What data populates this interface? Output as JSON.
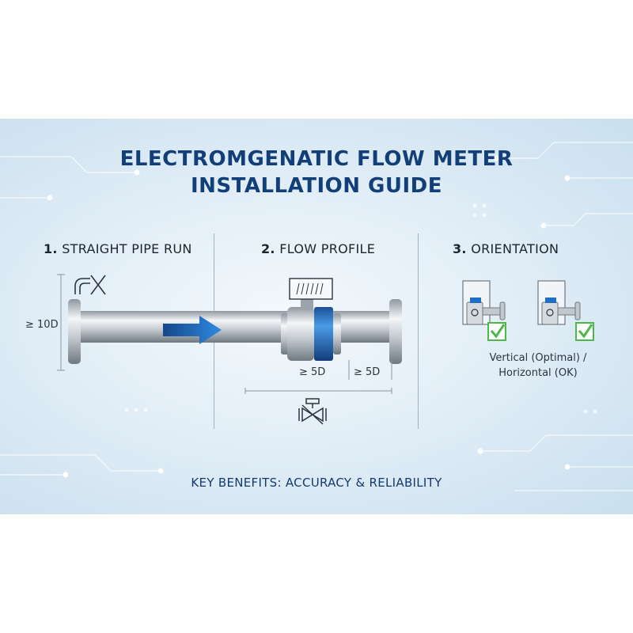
{
  "title": {
    "line1": "ELECTROMGENATIC FLOW METER",
    "line2": "INSTALLATION GUIDE"
  },
  "sections": [
    {
      "num": "1.",
      "label": "STRAIGHT PIPE RUN"
    },
    {
      "num": "2.",
      "label": "FLOW PROFILE"
    },
    {
      "num": "3.",
      "label": "ORIENTATION"
    }
  ],
  "labels": {
    "upstream": "≥ 10D",
    "meter_run": "≥ 5D",
    "downstream": "≥ 5D"
  },
  "orientation": {
    "line1": "Vertical (Optimal) /",
    "line2": "Horizontal (OK)"
  },
  "footer": "KEY BENEFITS: ACCURACY & RELIABILITY",
  "colors": {
    "title": "#123f78",
    "accent": "#1f6fc4",
    "check": "#4cb84a"
  },
  "icons": [
    "elbow-crossed-icon",
    "flow-arrow-icon",
    "display-icon",
    "valve-crossed-icon",
    "check-icon"
  ]
}
